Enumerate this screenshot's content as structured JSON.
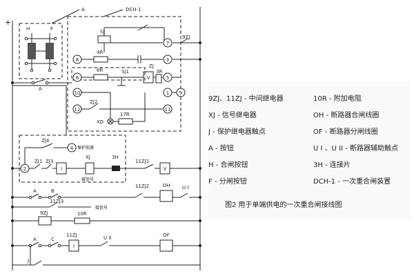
{
  "diagram": {
    "rail_plus": "+",
    "device_label": "A",
    "device_name": "DCH-1",
    "buttons": {
      "h": "H",
      "f": "F",
      "a": "A"
    },
    "terminals": [
      "1",
      "2",
      "3",
      "4",
      "5",
      "6",
      "7",
      "8",
      "9",
      "10",
      "11",
      "12"
    ],
    "relay_contacts": {
      "sj": "SJ",
      "sj1": "SJ1",
      "zj": "ZJ",
      "zj1": "ZJ1",
      "zj2": "ZJ2",
      "zj3": "ZJ3",
      "zj4": "ZJ4",
      "nine_zj": "9ZJ",
      "nine_zj_b": "9ZJ",
      "eleven_zj": "11ZJ",
      "eleven_zj1": "11ZJ1",
      "eleven_zj2": "11ZJ2",
      "eleven_zj3": "11ZJ3"
    },
    "resistors": {
      "r4": "4R",
      "r6": "6R",
      "r3": "3R",
      "r17": "17R",
      "r10": "10R"
    },
    "coils": {
      "v_small": "V",
      "i_small": "I",
      "v": "V",
      "i_11zj": "I",
      "oh": "OH",
      "of": "OF"
    },
    "signals": {
      "xj": "XJ",
      "xd": "XD",
      "h3": "3H",
      "ui": "U I",
      "uii": "U II",
      "protect_label": "保护加速",
      "signal_label": "接信号",
      "signal_label2": "接信号"
    },
    "switch_labels": {
      "a1": "A",
      "b1": "B",
      "a2": "A",
      "c2": "C",
      "j": "J"
    }
  },
  "legend": {
    "left": [
      "9ZJ、11ZJ - 中间继电器",
      "XJ - 信号继电器",
      "J - 保护继电器触点",
      "A - 按钮",
      "H - 合闸按钮",
      "F - 分闸按钮"
    ],
    "right": [
      "10R - 附加电阻",
      "OH - 断路器合闸线圈",
      "OF - 断路器分闸线圈",
      "U I 、U II - 断路器辅助触点",
      "3H - 连接片",
      "DCH-1 - 一次重合闸装置"
    ]
  },
  "caption": "图2   用于单端供电的一次重合闸接线图"
}
